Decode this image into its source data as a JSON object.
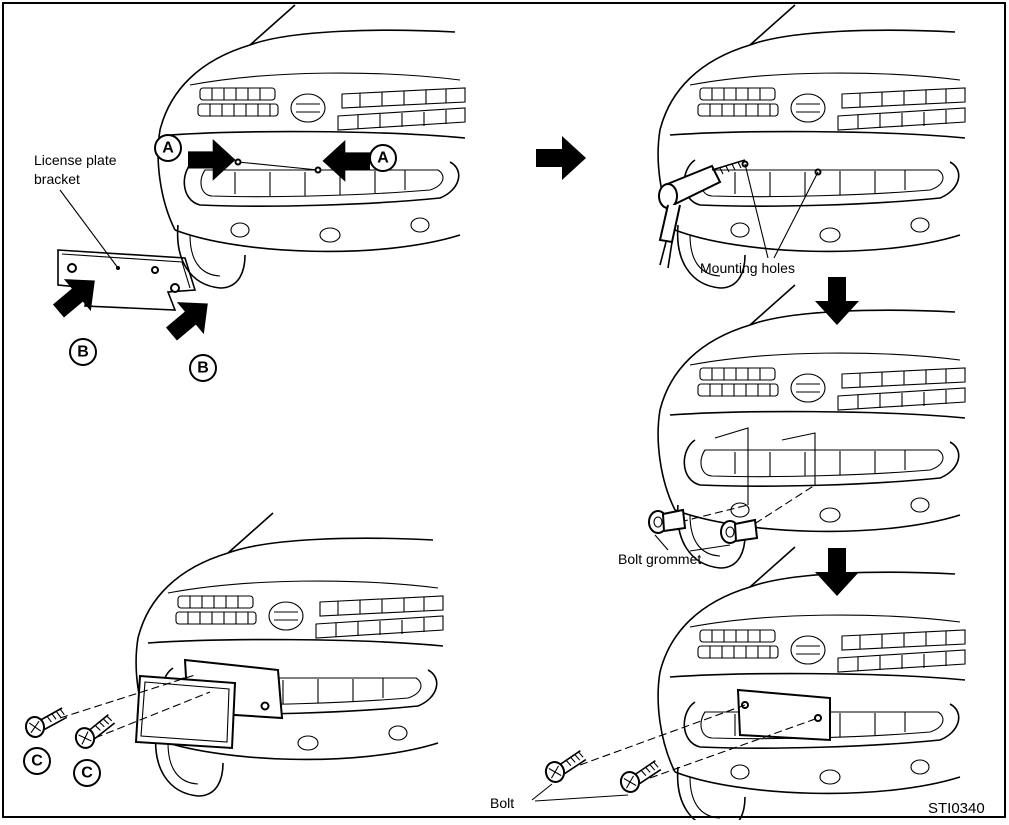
{
  "labels": {
    "license_plate_bracket_line1": "License plate",
    "license_plate_bracket_line2": "bracket",
    "mounting_holes": "Mounting holes",
    "bolt_grommet": "Bolt grommet",
    "bolt": "Bolt",
    "figure_id": "STI0340"
  },
  "callouts": {
    "a": "A",
    "b": "B",
    "c": "C"
  },
  "colors": {
    "ink": "#000000",
    "paper": "#ffffff"
  }
}
